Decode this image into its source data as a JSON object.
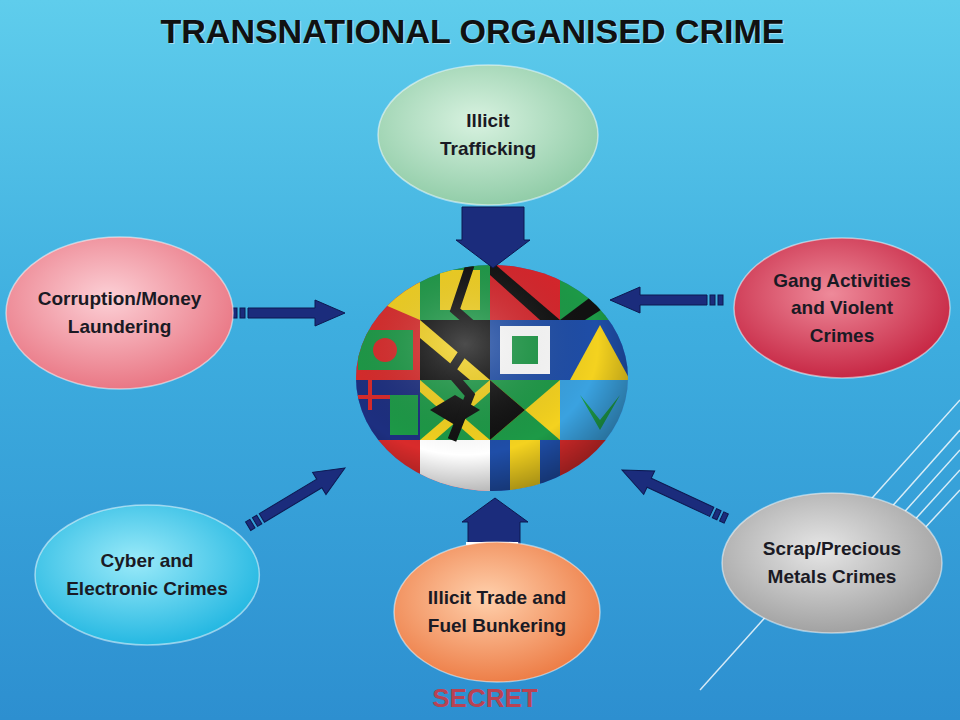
{
  "diagram": {
    "title": "TRANSNATIONAL ORGANISED CRIME",
    "nodes": [
      {
        "text": [
          "Illicit Trafficking"
        ]
      },
      {
        "text": [
          "Corruption/Money Laundering"
        ]
      },
      {
        "text": [
          "Gang Activities and Violent Crimes"
        ]
      },
      {
        "text": [
          "Cyber and Electronic Crimes"
        ]
      },
      {
        "text": [
          "Illicit Trade and Fuel Bunkering"
        ]
      },
      {
        "text": [
          "Scrap/Precious Metals Crimes"
        ]
      }
    ],
    "labels": [
      "SECRET"
    ]
  }
}
